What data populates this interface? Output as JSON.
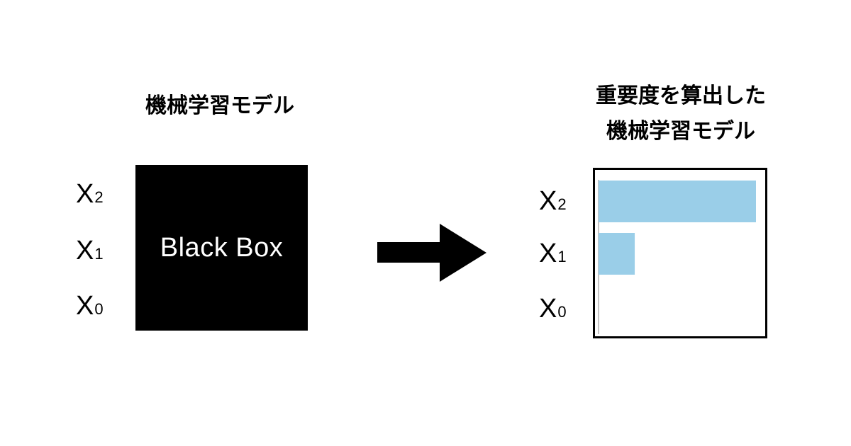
{
  "left": {
    "title": "機械学習モデル",
    "box_label": "Black Box",
    "box_color": "#000000",
    "inputs": [
      {
        "base": "X",
        "sub": "2"
      },
      {
        "base": "X",
        "sub": "1"
      },
      {
        "base": "X",
        "sub": "0"
      }
    ]
  },
  "right": {
    "title_lines": [
      "重要度を算出した",
      "機械学習モデル"
    ],
    "inputs": [
      {
        "base": "X",
        "sub": "2"
      },
      {
        "base": "X",
        "sub": "1"
      },
      {
        "base": "X",
        "sub": "0"
      }
    ]
  },
  "arrow": {
    "direction": "right",
    "color": "#000000"
  },
  "chart_data": {
    "type": "bar",
    "orientation": "horizontal",
    "categories": [
      "X2",
      "X1",
      "X0"
    ],
    "values": [
      1.0,
      0.23,
      0.0
    ],
    "xlim": [
      0,
      1.0
    ],
    "grid": false,
    "bar_color": "#9acee8"
  }
}
